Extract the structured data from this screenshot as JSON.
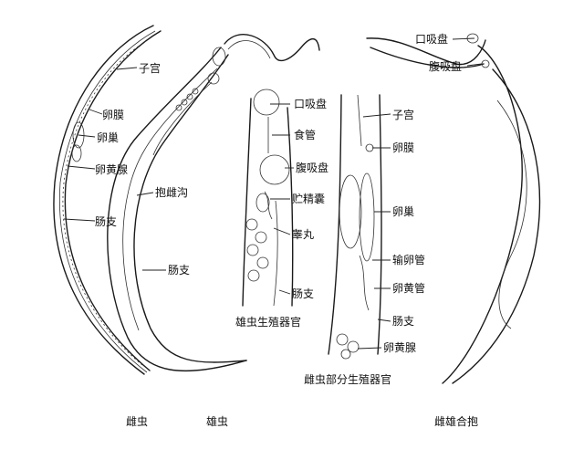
{
  "female": {
    "labels": [
      "子宫",
      "卵膜",
      "卵巢",
      "卵黄腺",
      "肠支"
    ],
    "caption": "雌虫"
  },
  "male": {
    "labels": [
      "抱雌沟",
      "肠支"
    ],
    "caption": "雄虫"
  },
  "male_organs": {
    "labels": [
      "口吸盘",
      "食管",
      "腹吸盘",
      "贮精囊",
      "睾丸",
      "肠支"
    ],
    "caption": "雄虫生殖器官"
  },
  "female_organs": {
    "labels": [
      "子宫",
      "卵膜",
      "卵巢",
      "输卵管",
      "卵黄管",
      "肠支",
      "卵黄腺"
    ],
    "caption": "雌虫部分生殖器官"
  },
  "pair": {
    "labels": [
      "口吸盘",
      "腹吸盘"
    ],
    "caption": "雌雄合抱"
  }
}
